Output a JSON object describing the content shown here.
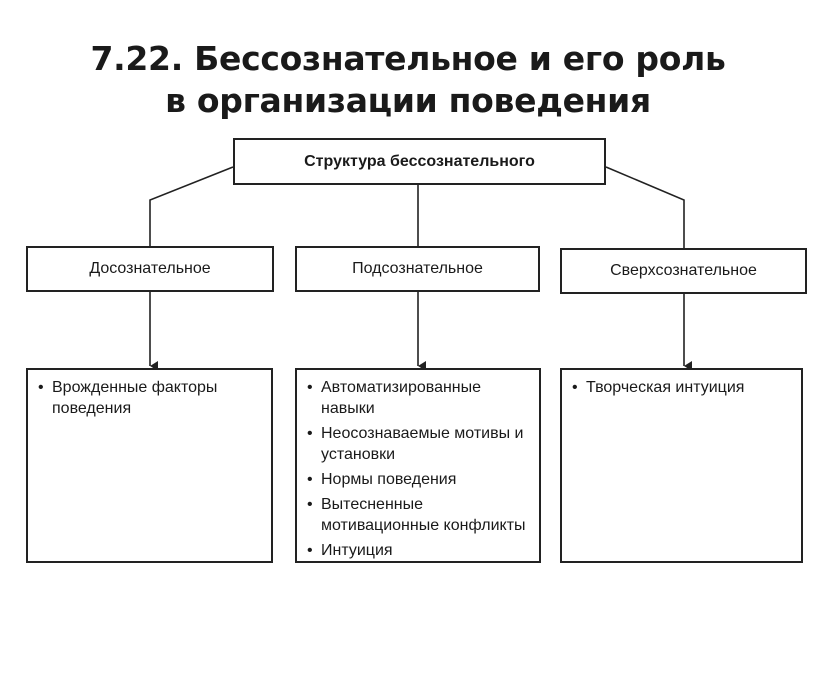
{
  "title": {
    "line1": "7.22. Бессознательное и его роль",
    "line2": "в организации поведения"
  },
  "diagram": {
    "root": "Структура бессознательного",
    "categories": [
      {
        "label": "Досознательное",
        "items": [
          "Врожденные факторы поведения"
        ]
      },
      {
        "label": "Подсознательное",
        "items": [
          "Автоматизированные навыки",
          "Неосознаваемые мотивы и установки",
          "Нормы поведения",
          "Вытесненные мотивационные конфликты",
          "Интуиция"
        ]
      },
      {
        "label": "Сверхсознательное",
        "items": [
          "Творческая интуиция"
        ]
      }
    ]
  }
}
